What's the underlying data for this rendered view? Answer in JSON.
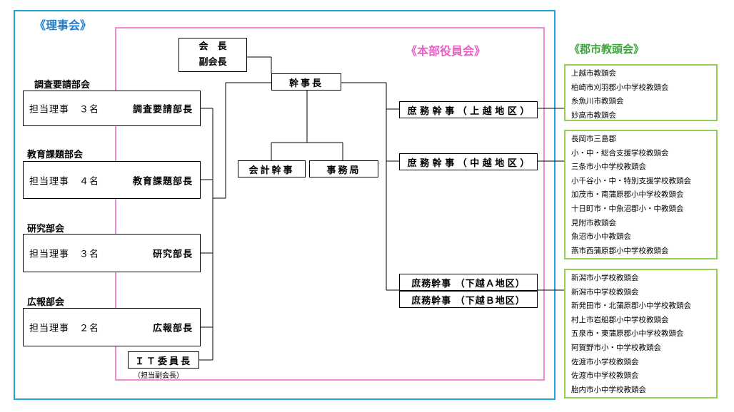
{
  "titles": {
    "board": "《理事会》",
    "hq": "《本部役員会》",
    "gun": "《郡市教頭会》"
  },
  "officers": {
    "line1": "会　長",
    "line2": "副会長",
    "secretary_general": "幹事長",
    "accounting": "会計幹事",
    "office": "事務局"
  },
  "departments": [
    {
      "name": "調査要請部会",
      "members": "担当理事　３名",
      "head": "調査要請部長"
    },
    {
      "name": "教育課題部会",
      "members": "担当理事　４名",
      "head": "教育課題部長"
    },
    {
      "name": "研究部会",
      "members": "担当理事　３名",
      "head": "研究部長"
    },
    {
      "name": "広報部会",
      "members": "担当理事　２名",
      "head": "広報部長"
    }
  ],
  "it": {
    "label": "ＩＴ委員長",
    "note": "（担当副会長）"
  },
  "regions": [
    "庶 務 幹 事 （ 上 越 地 区 ）",
    "庶 務 幹 事 （ 中 越 地 区 ）",
    "庶務幹事 （下越Ａ地区）",
    "庶務幹事 （下越Ｂ地区）"
  ],
  "gun_groups": [
    [
      "上越市教頭会",
      "柏崎市刈羽郡小中学校教頭会",
      "糸魚川市教頭会",
      "妙高市教頭会"
    ],
    [
      "長岡市三島郡",
      "小・中・総合支援学校教頭会",
      "三条市小中学校教頭会",
      "小千谷小・中・特別支援学校教頭会",
      "加茂市・南蒲原郡小中学校教頭会",
      "十日町市・中魚沼郡小・中教頭会",
      "見附市教頭会",
      "魚沼市小中教頭会",
      "燕市西蒲原郡小中学校教頭会"
    ],
    [
      "新潟市小学校教頭会",
      "新潟市中学校教頭会",
      "新発田市・北蒲原郡小中学校教頭会",
      "村上市岩船郡小中学校教頭会",
      "五泉市・東蒲原郡小中学校教頭会",
      "阿賀野市小・中学校教頭会",
      "佐渡市小学校教頭会",
      "佐渡市中学校教頭会",
      "胎内市小中学校教頭会"
    ]
  ],
  "colors": {
    "board_frame": "#1ea4d8",
    "hq_frame": "#f08ad6",
    "gun_frame": "#92cf55"
  }
}
